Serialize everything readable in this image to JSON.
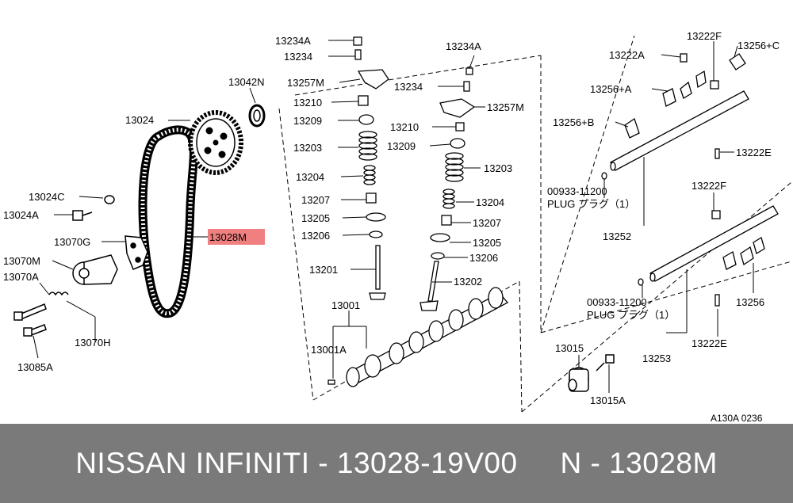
{
  "parts": {
    "p1": "13234A",
    "p2": "13234",
    "p3": "13042N",
    "p4": "13257M",
    "p5": "13210",
    "p6": "13024",
    "p7": "13209",
    "p8": "13203",
    "p9": "13204",
    "p10": "13207",
    "p11": "13205",
    "p12": "13206",
    "p13": "13201",
    "p14": "13024C",
    "p15": "13024A",
    "p16": "13070G",
    "p17": "13070M",
    "p18": "13070A",
    "p19": "13070H",
    "p20": "13085A",
    "p21": "13028M",
    "p22": "13001",
    "p23": "13001A",
    "p24": "13234A",
    "p25": "13234",
    "p26": "13257M",
    "p27": "13210",
    "p28": "13209",
    "p29": "13203",
    "p30": "13204",
    "p31": "13207",
    "p32": "13205",
    "p33": "13206",
    "p34": "13202",
    "p35": "13222F",
    "p36": "13222A",
    "p37": "13256+C",
    "p38": "13256+A",
    "p39": "13256+B",
    "p40": "13222E",
    "p41": "00933-11200",
    "p42": "PLUG プラグ（1）",
    "p43": "13252",
    "p44": "13222F",
    "p45": "00933-11200",
    "p46": "PLUG プラグ（1）",
    "p47": "13256",
    "p48": "13253",
    "p49": "13222E",
    "p50": "13015",
    "p51": "13015A"
  },
  "diagram_code": "A130A 0236",
  "footer": {
    "brand": "NISSAN INFINITI - 13028-19V00",
    "ref": "N - 13028M"
  },
  "highlight": {
    "part": "13028M",
    "color": "#f08080"
  }
}
